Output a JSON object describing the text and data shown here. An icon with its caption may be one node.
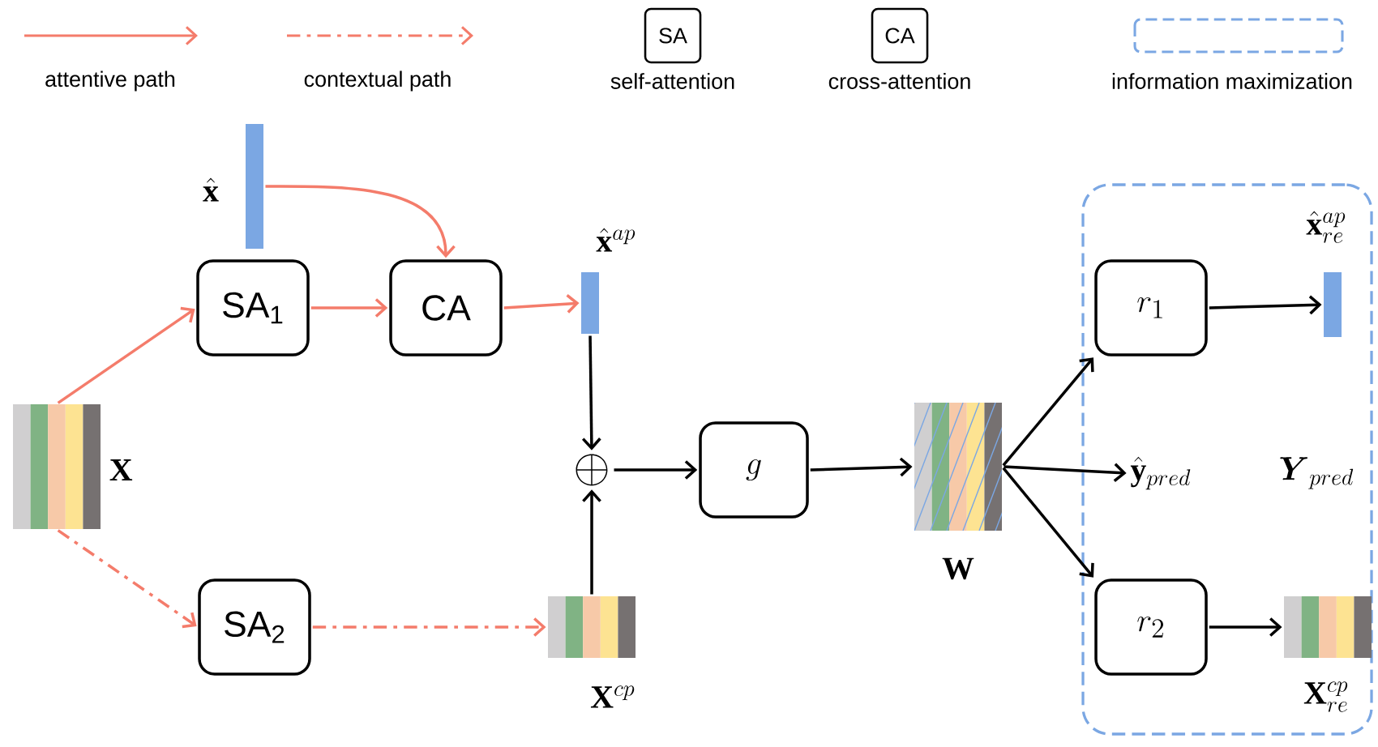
{
  "diagram": {
    "nodes": [
      {
        "text": [],
        "shape": "picture",
        "beside": [
          "\\mathbf{X}"
        ]
      },
      {
        "text": [],
        "shape": "bar",
        "beside": [
          "\\hat{\\mathbf{x}}"
        ]
      },
      {
        "text": [
          "SA$_{1}$"
        ]
      },
      {
        "text": [
          "CA"
        ]
      },
      {
        "text": [],
        "shape": "bar",
        "beside": [
          "\\hat{\\mathbf{x}}^{ap}"
        ]
      },
      {
        "text": [
          "SA$_{2}$"
        ]
      },
      {
        "text": [],
        "shape": "picture",
        "beside": [
          "\\mathbf{X}^{cp}"
        ]
      },
      {
        "text": [
          "\\oplus"
        ]
      },
      {
        "text": [
          "g"
        ]
      },
      {
        "text": [],
        "shape": "picture",
        "beside": [
          "\\mathbf{W}"
        ]
      },
      {
        "text": [],
        "shape": "box"
      },
      {
        "text": [
          "r_1"
        ],
        "in": 10
      },
      {
        "text": [],
        "shape": "bar",
        "beside": [
          "\\hat{\\mathbf{x}}^{ap}_{re}"
        ],
        "in": 10
      },
      {
        "text": [
          "\\hat{\\mathbf{y}}_{pred}"
        ],
        "in": 10
      },
      {
        "text": [
          "r_2"
        ],
        "in": 10
      },
      {
        "text": [],
        "shape": "picture",
        "beside": [
          "\\mathbf{X}^{cp}_{re}"
        ],
        "in": 10
      }
    ],
    "edges": [
      {
        "from": 0,
        "to": 2,
        "arrow": "to",
        "color": "#f47c6b"
      },
      {
        "from": 1,
        "to": 3,
        "arrow": "to",
        "color": "#f47c6b"
      },
      {
        "from": 2,
        "to": 3,
        "arrow": "to",
        "color": "#f47c6b"
      },
      {
        "from": 3,
        "to": 4,
        "arrow": "to",
        "color": "#f47c6b"
      },
      {
        "from": 0,
        "to": 5,
        "arrow": "to",
        "style": "dashed",
        "color": "#f47c6b"
      },
      {
        "from": 5,
        "to": 6,
        "arrow": "to",
        "style": "dashed",
        "color": "#f47c6b"
      },
      {
        "from": 4,
        "to": 7,
        "arrow": "to"
      },
      {
        "from": 6,
        "to": 7,
        "arrow": "to"
      },
      {
        "from": 7,
        "to": 8,
        "arrow": "to"
      },
      {
        "from": 8,
        "to": 9,
        "arrow": "to"
      },
      {
        "from": 9,
        "to": 11,
        "arrow": "to"
      },
      {
        "from": 9,
        "to": 13,
        "arrow": "to"
      },
      {
        "from": 9,
        "to": 14,
        "arrow": "to"
      },
      {
        "from": 11,
        "to": 12,
        "arrow": "to"
      },
      {
        "from": 14,
        "to": 15,
        "arrow": "to"
      }
    ],
    "labels": [
      "SA",
      "CA",
      "\\boldsymbol{Y}_{pred}"
    ],
    "legend": [
      {
        "text": "attentive path"
      },
      {
        "text": "contextual path"
      },
      {
        "text": "self-attention"
      },
      {
        "text": "cross-attention"
      },
      {
        "text": "information maximization"
      }
    ]
  }
}
